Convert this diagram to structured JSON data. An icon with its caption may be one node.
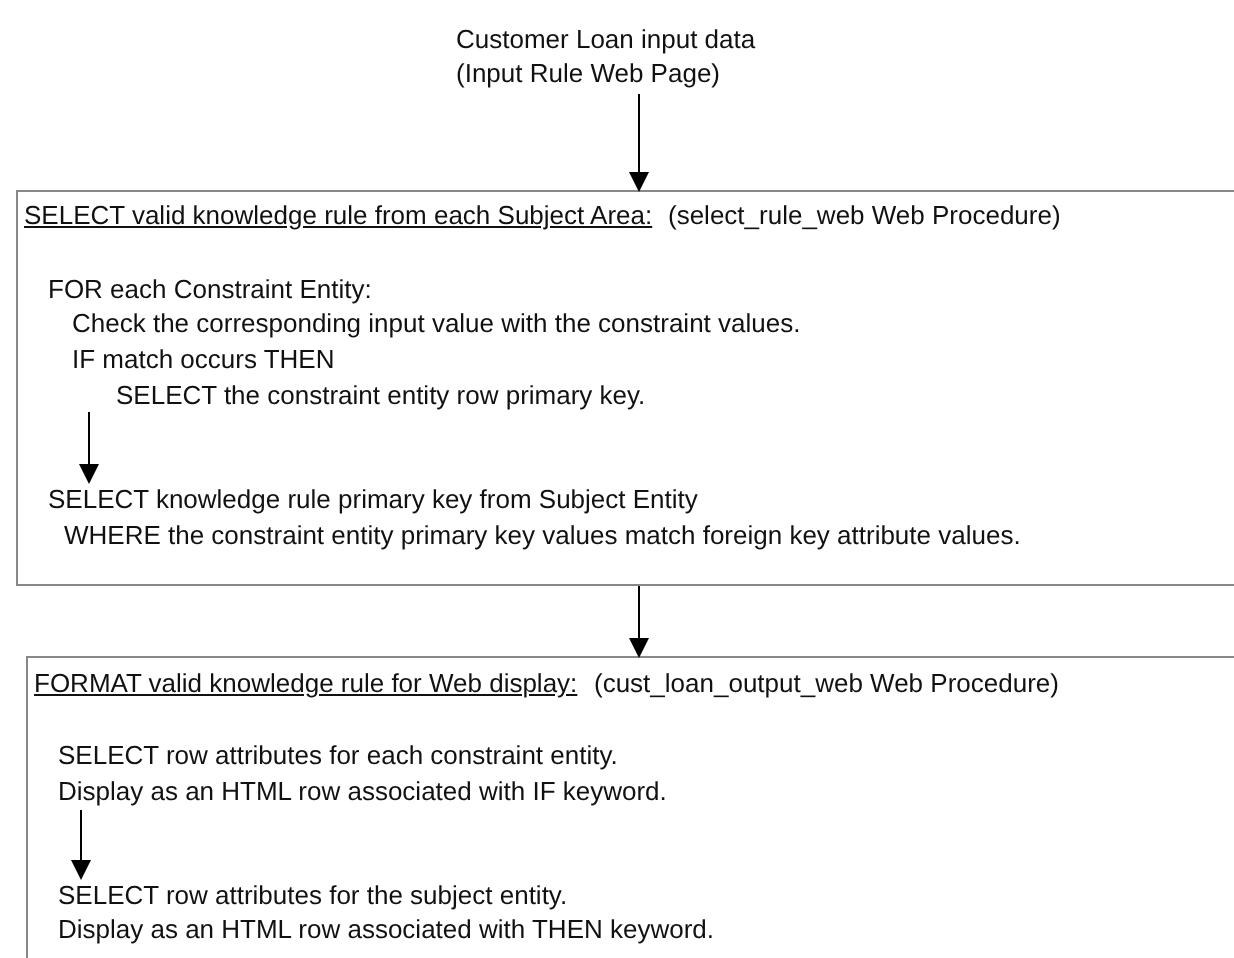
{
  "diagram": {
    "nodes": [
      {
        "text": [
          "Customer Loan input data",
          "(Input Rule Web Page)"
        ]
      },
      {
        "text": [
          "SELECT valid knowledge rule from each Subject Area:",
          "(select_rule_web Web Procedure)"
        ]
      },
      {
        "text": [
          "FOR each Constraint Entity:",
          "Check the corresponding input value with the constraint values.",
          "IF match occurs THEN",
          "SELECT the constraint entity row primary key."
        ],
        "in": 1
      },
      {
        "text": [
          "SELECT knowledge rule primary key from Subject Entity",
          "WHERE the constraint entity primary key values match foreign key attribute values."
        ],
        "in": 1
      },
      {
        "text": [
          "FORMAT valid knowledge rule for Web display:",
          "(cust_loan_output_web Web Procedure)"
        ]
      },
      {
        "text": [
          "SELECT row attributes for each constraint entity.",
          "Display as an HTML row associated with IF keyword."
        ],
        "in": 4
      },
      {
        "text": [
          "SELECT row attributes for the subject entity.",
          "Display as an HTML row associated with THEN keyword."
        ],
        "in": 4
      }
    ],
    "edges": [
      {
        "from": 0,
        "to": 1,
        "arrow": "to"
      },
      {
        "from": 2,
        "to": 3,
        "arrow": "to"
      },
      {
        "from": 1,
        "to": 4,
        "arrow": "to"
      },
      {
        "from": 5,
        "to": 6,
        "arrow": "to"
      }
    ]
  }
}
